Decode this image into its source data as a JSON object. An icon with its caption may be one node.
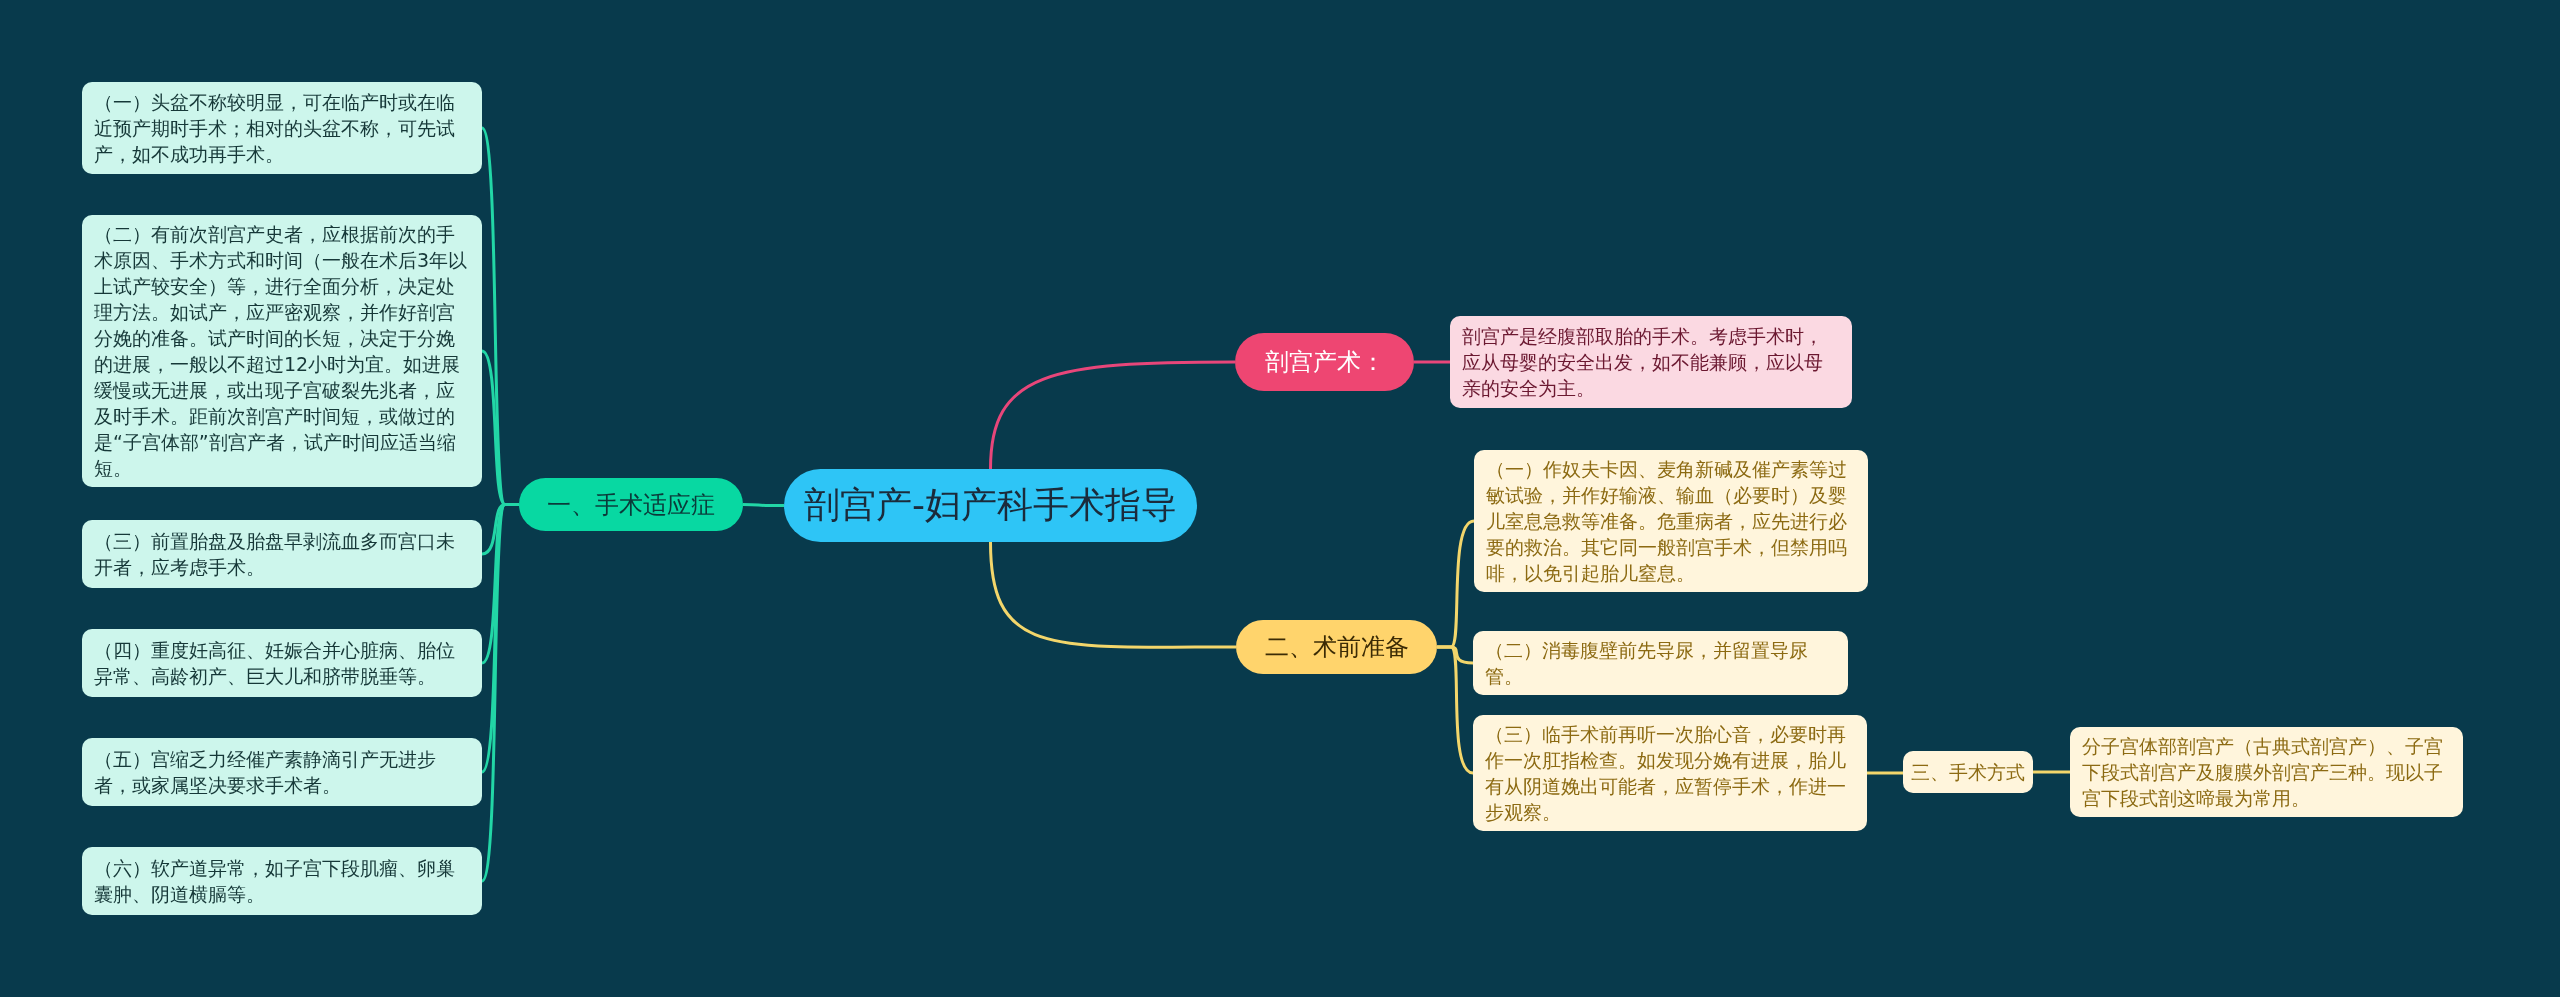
{
  "diagram": {
    "nodes": [
      {
        "text": [
          "剖宫产-妇产科手术指导"
        ]
      },
      {
        "text": [
          "一、手术适应症"
        ]
      },
      {
        "text": [
          "（一）头盆不称较明显，可在临产时或在临近预产期时手术；相对的头盆不称，可先试产，如不成功再手术。"
        ]
      },
      {
        "text": [
          "（二）有前次剖宫产史者，应根据前次的手术原因、手术方式和时间（一般在术后3年以上试产较安全）等，进行全面分析，决定处理方法。如试产，应严密观察，并作好剖宫分娩的准备。试产时间的长短，决定于分娩的进展，一般以不超过12小时为宜。如进展缓慢或无进展，或出现子宫破裂先兆者，应及时手术。距前次剖宫产时间短，或做过的是“子宫体部”剖宫产者，试产时间应适当缩短。"
        ]
      },
      {
        "text": [
          "（三）前置胎盘及胎盘早剥流血多而宫口未开者，应考虑手术。"
        ]
      },
      {
        "text": [
          "（四）重度妊高征、妊娠合并心脏病、胎位异常、高龄初产、巨大儿和脐带脱垂等。"
        ]
      },
      {
        "text": [
          "（五）宫缩乏力经催产素静滴引产无进步者，或家属坚决要求手术者。"
        ]
      },
      {
        "text": [
          "（六）软产道异常，如子宫下段肌瘤、卵巢囊肿、阴道横膈等。"
        ]
      },
      {
        "text": [
          "剖宫产术："
        ]
      },
      {
        "text": [
          "剖宫产是经腹部取胎的手术。考虑手术时，应从母婴的安全出发，如不能兼顾，应以母亲的安全为主。"
        ]
      },
      {
        "text": [
          "二、术前准备"
        ]
      },
      {
        "text": [
          "（一）作奴夫卡因、麦角新碱及催产素等过敏试验，并作好输液、输血（必要时）及婴儿室息急救等准备。危重病者，应先进行必要的救治。其它同一般剖宫手术，但禁用吗啡，以免引起胎儿窒息。"
        ]
      },
      {
        "text": [
          "（二）消毒腹壁前先导尿，并留置导尿管。"
        ]
      },
      {
        "text": [
          "（三）临手术前再听一次胎心音，必要时再作一次肛指检查。如发现分娩有进展，胎儿有从阴道娩出可能者，应暂停手术，作进一步观察。"
        ]
      },
      {
        "text": [
          "三、手术方式"
        ]
      },
      {
        "text": [
          "分子宫体部剖宫产（古典式剖宫产）、子宫下段式剖宫产及腹膜外剖宫产三种。现以子宫下段式剖这啼最为常用。"
        ]
      }
    ],
    "edges": [
      {
        "from": 0,
        "to": 1,
        "arrow": "none"
      },
      {
        "from": 1,
        "to": 2,
        "arrow": "none"
      },
      {
        "from": 1,
        "to": 3,
        "arrow": "none"
      },
      {
        "from": 1,
        "to": 4,
        "arrow": "none"
      },
      {
        "from": 1,
        "to": 5,
        "arrow": "none"
      },
      {
        "from": 1,
        "to": 6,
        "arrow": "none"
      },
      {
        "from": 1,
        "to": 7,
        "arrow": "none"
      },
      {
        "from": 0,
        "to": 8,
        "arrow": "none",
        "color": "#e8467a"
      },
      {
        "from": 8,
        "to": 9,
        "arrow": "none",
        "color": "#e8467a"
      },
      {
        "from": 0,
        "to": 10,
        "arrow": "none",
        "color": "#f3d66b"
      },
      {
        "from": 10,
        "to": 11,
        "arrow": "none",
        "color": "#f3d66b"
      },
      {
        "from": 10,
        "to": 12,
        "arrow": "none",
        "color": "#f3d66b"
      },
      {
        "from": 10,
        "to": 13,
        "arrow": "none",
        "color": "#f3d66b"
      },
      {
        "from": 13,
        "to": 14,
        "arrow": "none",
        "color": "#f3d66b"
      },
      {
        "from": 14,
        "to": 15,
        "arrow": "none",
        "color": "#f3d66b"
      }
    ]
  }
}
